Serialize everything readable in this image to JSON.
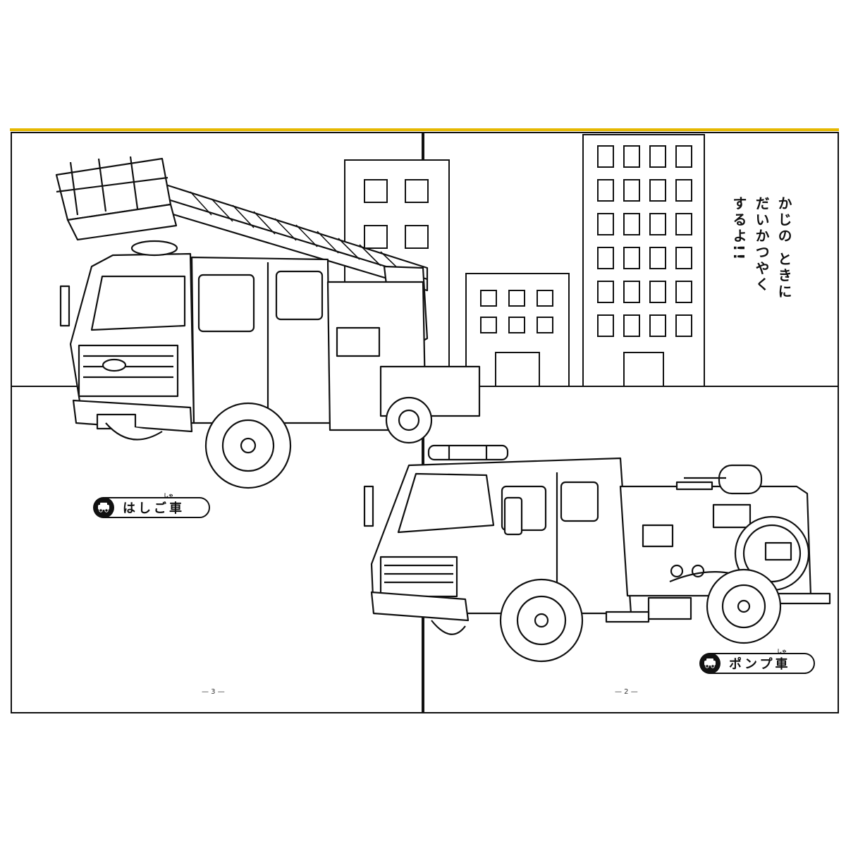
{
  "page_left": {
    "vehicle_label": "はしご車",
    "label_ruby": "しゃ",
    "page_number": "— 3 —",
    "icon": "fire-truck-icon"
  },
  "page_right": {
    "vehicle_label": "ポンプ車",
    "label_ruby": "しゃ",
    "page_number": "— 2 —",
    "icon": "fire-truck-icon",
    "caption_lines": [
      "かじの ときに",
      "だいかつやく",
      "するよ!!"
    ]
  },
  "colors": {
    "top_accent": "#e6b800",
    "line": "#111111",
    "paper": "#ffffff"
  }
}
